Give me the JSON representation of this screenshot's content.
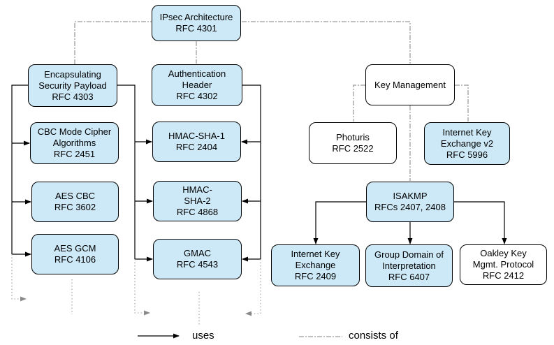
{
  "diagram": {
    "nodes": [
      {
        "id": "ipsec",
        "lines": [
          "IPsec Architecture",
          "RFC 4301"
        ],
        "fill": "blue"
      },
      {
        "id": "esp",
        "lines": [
          "Encapsulating",
          "Security Payload",
          "RFC 4303"
        ],
        "fill": "blue"
      },
      {
        "id": "auth-header",
        "lines": [
          "Authentication",
          "Header",
          "RFC 4302"
        ],
        "fill": "blue"
      },
      {
        "id": "cbc-mode",
        "lines": [
          "CBC Mode Cipher",
          "Algorithms",
          "RFC 2451"
        ],
        "fill": "blue"
      },
      {
        "id": "hmac-sha1",
        "lines": [
          "HMAC-SHA-1",
          "RFC 2404"
        ],
        "fill": "blue"
      },
      {
        "id": "aes-cbc",
        "lines": [
          "AES CBC",
          "RFC 3602"
        ],
        "fill": "blue"
      },
      {
        "id": "hmac-sha2",
        "lines": [
          "HMAC-",
          "SHA-2",
          "RFC 4868"
        ],
        "fill": "blue"
      },
      {
        "id": "aes-gcm",
        "lines": [
          "AES GCM",
          "RFC 4106"
        ],
        "fill": "blue"
      },
      {
        "id": "gmac",
        "lines": [
          "GMAC",
          "RFC 4543"
        ],
        "fill": "blue"
      },
      {
        "id": "key-management",
        "lines": [
          "Key Management"
        ],
        "fill": "white"
      },
      {
        "id": "photuris",
        "lines": [
          "Photuris",
          "RFC 2522"
        ],
        "fill": "white"
      },
      {
        "id": "ikev2",
        "lines": [
          "Internet Key",
          "Exchange v2",
          "RFC 5996"
        ],
        "fill": "blue"
      },
      {
        "id": "isakmp",
        "lines": [
          "ISAKMP",
          "RFCs 2407, 2408"
        ],
        "fill": "blue"
      },
      {
        "id": "ike",
        "lines": [
          "Internet Key",
          "Exchange",
          "RFC 2409"
        ],
        "fill": "blue"
      },
      {
        "id": "gdoi",
        "lines": [
          "Group Domain of",
          "Interpretation",
          "RFC 6407"
        ],
        "fill": "blue"
      },
      {
        "id": "oakley",
        "lines": [
          "Oakley Key",
          "Mgmt. Protocol",
          "RFC 2412"
        ],
        "fill": "white"
      }
    ],
    "legend": {
      "uses": "uses",
      "consists_of": "consists of"
    },
    "colors": {
      "node_fill_blue": "#cde9f7",
      "node_fill_white": "#ffffff",
      "node_border": "#000000",
      "uses_arrow": "#000000",
      "consists_line": "#808080",
      "continuation_dots": "#9a9a9a"
    }
  }
}
